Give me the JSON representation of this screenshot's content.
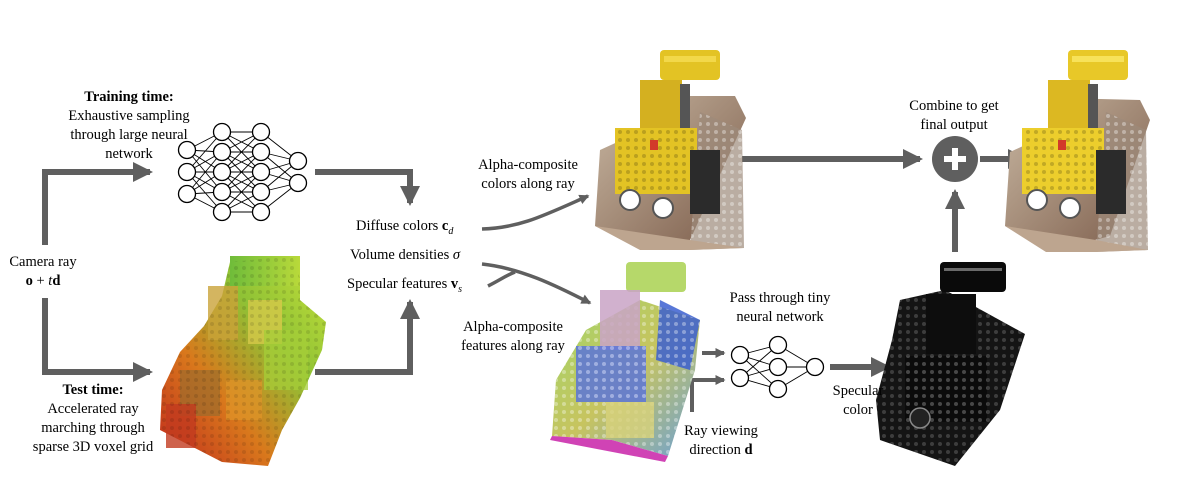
{
  "training": {
    "title": "Training time:",
    "line1": "Exhaustive sampling",
    "line2": "through large neural",
    "line3": "network"
  },
  "test": {
    "title": "Test time:",
    "line1": "Accelerated ray",
    "line2": "marching through",
    "line3": "sparse 3D voxel grid"
  },
  "camera_ray": {
    "label": "Camera ray",
    "formula_o": "o",
    "formula_plus": " + ",
    "formula_t": "t",
    "formula_d": "d"
  },
  "outputs": {
    "diffuse_label": "Diffuse colors ",
    "diffuse_symbol": "c",
    "diffuse_sub": "d",
    "density_label": "Volume densities ",
    "density_symbol": "σ",
    "specular_label": "Specular features ",
    "specular_symbol": "v",
    "specular_sub": "s"
  },
  "composite_colors": {
    "line1": "Alpha-composite",
    "line2": "colors along ray"
  },
  "composite_features": {
    "line1": "Alpha-composite",
    "line2": "features along ray"
  },
  "tiny_network": {
    "line1": "Pass through tiny",
    "line2": "neural network"
  },
  "ray_viewing": {
    "line1": "Ray viewing",
    "line2": "direction ",
    "symbol": "d"
  },
  "specular_color": {
    "line1": "Specular",
    "line2": "color"
  },
  "combine": {
    "line1": "Combine to get",
    "line2": "final output",
    "symbol": "+"
  },
  "colors": {
    "arrow": "#5f5f5f",
    "node_stroke": "#000000"
  }
}
